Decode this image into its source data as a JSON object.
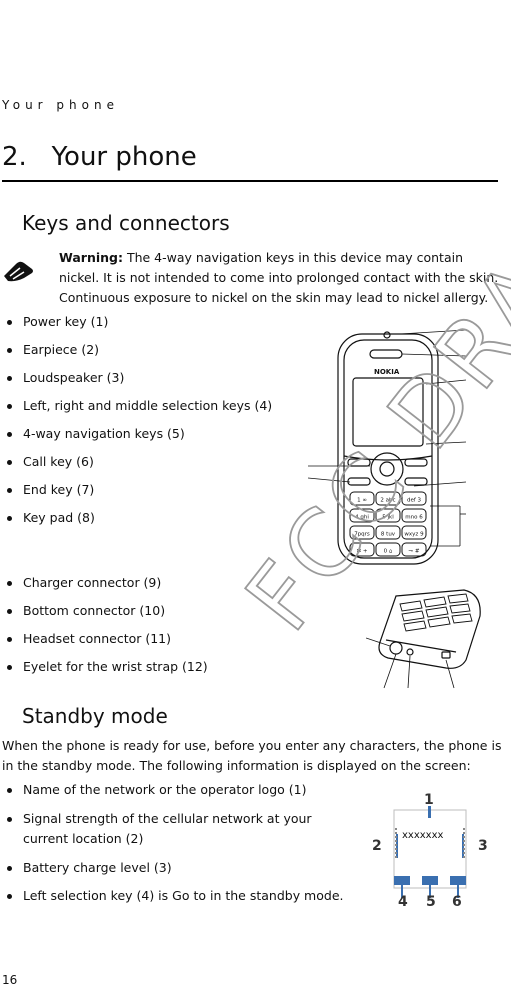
{
  "header": {
    "running_title": "Your phone"
  },
  "chapter": {
    "number": "2.",
    "title": "Your phone"
  },
  "keys_section": {
    "title": "Keys and connectors",
    "warning_label": "Warning:",
    "warning_text": " The 4-way navigation keys in this device may contain nickel. It is not intended to come into prolonged contact with the skin. Continuous exposure to nickel on the skin may lead to nickel allergy.",
    "items": [
      "Power key (1)",
      "Earpiece (2)",
      "Loudspeaker (3)",
      "Left, right and middle selection keys (4)",
      "4-way navigation keys (5)",
      "Call key (6)",
      "End key (7)",
      "Key pad (8)"
    ],
    "items2": [
      "Charger connector (9)",
      "Bottom connector (10)",
      "Headset connector (11)",
      "Eyelet for the wrist strap (12)"
    ],
    "phone_brand": "NOKIA",
    "keypad_keys": [
      "1 ∞",
      "2 abc",
      "def 3",
      "4 ghi",
      "5 jkl",
      "mno 6",
      "7pqrs",
      "8 tuv",
      "wxyz 9",
      "✱ +",
      "0 ⌂",
      "⊸ #"
    ]
  },
  "standby_section": {
    "title": "Standby mode",
    "paragraph": "When the phone is ready for use, before you enter any characters, the phone is in the standby mode. The following information is displayed on the screen:",
    "items": [
      "Name of the network or the operator logo (1)",
      "Signal strength of the cellular network at your current location (2)",
      "Battery charge level (3)",
      "Left selection key (4) is Go to in the standby mode."
    ],
    "screen_text": "xxxxxxx",
    "callouts": [
      "1",
      "2",
      "3",
      "4",
      "5",
      "6"
    ]
  },
  "watermark": "FCC DRAFT",
  "footer": {
    "page_number": "16"
  }
}
